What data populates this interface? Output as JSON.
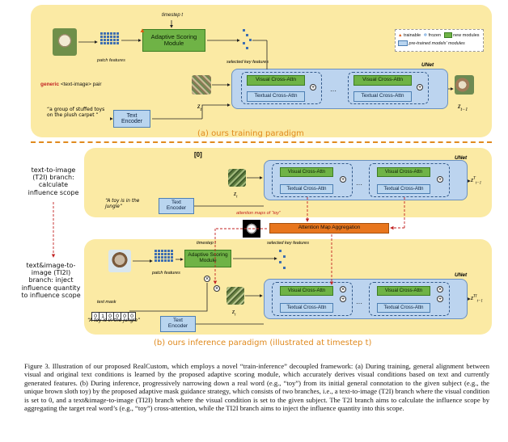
{
  "legend": {
    "trainable": "trainable",
    "frozen": "frozen",
    "new_modules": "new modules",
    "pretrained": "pre-trained models' modules"
  },
  "top": {
    "timestep": "timestep t",
    "asm_line1": "Adaptive Scoring",
    "asm_line2": "Module",
    "patch_features": "patch features",
    "selected_key_features": "selected key features",
    "unet": "UNet",
    "pair_generic": "generic",
    "pair_rest": "<text-image> pair",
    "prompt": "“a group of stuffed toys on the plush carpet ”",
    "text_encoder_1": "Text",
    "text_encoder_2": "Encoder",
    "visual_ca": "Visual Cross-Attn",
    "textual_ca": "Textual Cross-Attn",
    "dots": "···",
    "z_t": "z",
    "z_t_sub": "t",
    "z_t1": "z",
    "z_t1_sub": "t−1",
    "title": "(a) ours training paradigm"
  },
  "mid": {
    "side_label": "text-to-image (T2I) branch: calculate influence scope",
    "zero": "[0]",
    "unet": "UNet",
    "prompt": "“A toy is in the jungle”",
    "attn_maps": "attention maps of “toy”",
    "aggregation": "Attention Map Aggregation",
    "out": "z",
    "out_sub": "t−1",
    "out_sup": "T"
  },
  "bot": {
    "side_label": "text&image-to-image (TI2I) branch: inject influence quantity to influence scope",
    "timestep": "timestep t",
    "selected_key_features": "selected key features",
    "patch_features": "patch features",
    "text_mask": "text mask",
    "mask": [
      "0",
      "1",
      "0",
      "0",
      "0",
      "0"
    ],
    "prompt": "“A toy is in the jungle”",
    "out": "z",
    "out_sub": "t−1",
    "out_sup": "TI",
    "title": "(b) ours inference paradigm (illustrated at timestep t)"
  },
  "caption": {
    "p1": "Figure 3. Illustration of our proposed RealCustom, which employs a novel “train-inference” decoupled framework: (a) During training, general alignment between visual and original text conditions is learned by the proposed adaptive scoring module, which accurately derives visual conditions based on text and currently generated features. (b) During inference, progressively narrowing down a real word (e.g., “toy”) from its initial general connotation to the given subject (e.g., the unique brown sloth toy) by the proposed adaptive mask guidance strategy, which consists of two branches, i.e., a text-to-image (T2I) branch where the visual condition is set to 0, and a text&image-to-image (TI2I) branch where the visual condition is set to the given subject. The T2I branch aims to calculate the influence scope by aggregating the target real word’s (e.g., “toy”) cross-attention, while the TI2I branch aims to inject the influence quantity into this scope."
  },
  "colors": {
    "panel": "#fbeaa4",
    "accent": "#e08a1e",
    "green": "#6fb346",
    "blue": "#b9d5ef",
    "red": "#c22222"
  }
}
